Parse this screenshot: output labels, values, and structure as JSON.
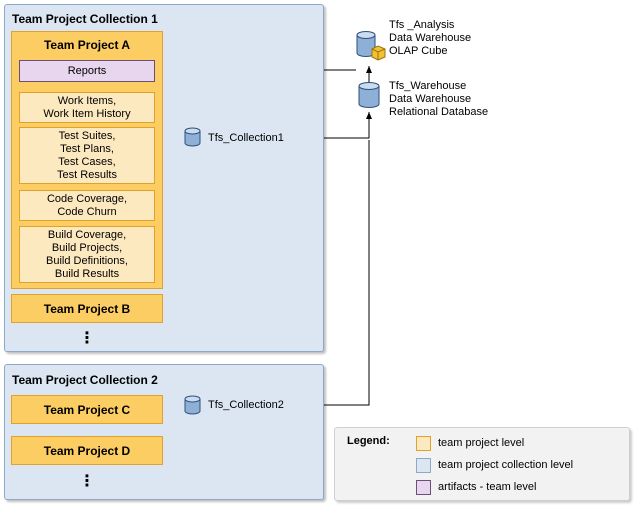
{
  "collections": [
    {
      "title": "Team Project Collection 1"
    },
    {
      "title": "Team Project Collection 2"
    }
  ],
  "project_a": {
    "title": "Team Project A",
    "reports": "Reports",
    "categories": [
      [
        "Work Items,",
        "Work Item History"
      ],
      [
        "Test Suites,",
        "Test Plans,",
        "Test Cases,",
        "Test Results"
      ],
      [
        "Code Coverage,",
        "Code Churn"
      ],
      [
        "Build Coverage,",
        "Build Projects,",
        "Build Definitions,",
        "Build Results"
      ]
    ]
  },
  "projects": {
    "b": "Team Project B",
    "c": "Team Project C",
    "d": "Team Project D"
  },
  "ellipsis": "⋮",
  "databases": {
    "collection1": "Tfs_Collection1",
    "collection2": "Tfs_Collection2",
    "analysis": [
      "Tfs _Analysis",
      "Data Warehouse",
      "OLAP Cube"
    ],
    "warehouse": [
      "Tfs_Warehouse",
      "Data Warehouse",
      "Relational Database"
    ]
  },
  "legend": {
    "title": "Legend:",
    "items": [
      {
        "label": "team project level",
        "color": "#fde9c0",
        "border": "#e0a22a"
      },
      {
        "label": "team project collection level",
        "color": "#dce6f2",
        "border": "#8ea9c8"
      },
      {
        "label": "artifacts - team level",
        "color": "#e7d6ee",
        "border": "#6b4f7a"
      }
    ]
  },
  "colors": {
    "collection": "#dce6f2",
    "project": "#fccd63",
    "artifact": "#e7d6ee",
    "category": "#fde9c0"
  }
}
